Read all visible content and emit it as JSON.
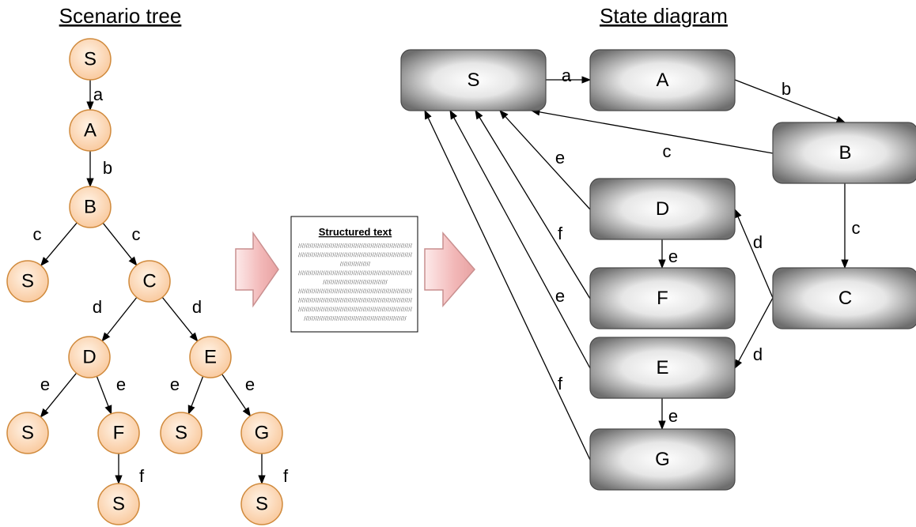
{
  "titles": {
    "tree": "Scenario tree",
    "state": "State diagram"
  },
  "document": {
    "title": "Structured text",
    "lines": [
      "////////////////////////////////////////////////////////////",
      "////////////////////////////////////////////////////////////",
      "////////////////",
      "////////////////////////////////////////////////////////////",
      "//////////////////////////////////",
      "////////////////////////////////////////////////////////////",
      "////////////////////////////////////////////////////////////",
      "////////////////////////////////////////////////////////////",
      "//////////////////////////////////////////////////////"
    ]
  },
  "colors": {
    "tree_node_fill": "#fcd5b0",
    "tree_node_stroke": "#d08a3c",
    "state_dark": "#7f7f7f",
    "state_light": "#ffffff",
    "arrow_fill": "#f4c5c5",
    "arrow_stroke": "#c88e8e"
  },
  "tree": {
    "nodes": [
      {
        "id": "t_S0",
        "label": "S"
      },
      {
        "id": "t_A",
        "label": "A"
      },
      {
        "id": "t_B",
        "label": "B"
      },
      {
        "id": "t_S1",
        "label": "S"
      },
      {
        "id": "t_C",
        "label": "C"
      },
      {
        "id": "t_D",
        "label": "D"
      },
      {
        "id": "t_E",
        "label": "E"
      },
      {
        "id": "t_S2",
        "label": "S"
      },
      {
        "id": "t_F",
        "label": "F"
      },
      {
        "id": "t_S3",
        "label": "S"
      },
      {
        "id": "t_G",
        "label": "G"
      },
      {
        "id": "t_S4",
        "label": "S"
      },
      {
        "id": "t_S5",
        "label": "S"
      }
    ],
    "edges": [
      {
        "from": "t_S0",
        "to": "t_A",
        "label": "a"
      },
      {
        "from": "t_A",
        "to": "t_B",
        "label": "b"
      },
      {
        "from": "t_B",
        "to": "t_S1",
        "label": "c"
      },
      {
        "from": "t_B",
        "to": "t_C",
        "label": "c"
      },
      {
        "from": "t_C",
        "to": "t_D",
        "label": "d"
      },
      {
        "from": "t_C",
        "to": "t_E",
        "label": "d"
      },
      {
        "from": "t_D",
        "to": "t_S2",
        "label": "e"
      },
      {
        "from": "t_D",
        "to": "t_F",
        "label": "e"
      },
      {
        "from": "t_E",
        "to": "t_S3",
        "label": "e"
      },
      {
        "from": "t_E",
        "to": "t_G",
        "label": "e"
      },
      {
        "from": "t_F",
        "to": "t_S4",
        "label": "f"
      },
      {
        "from": "t_G",
        "to": "t_S5",
        "label": "f"
      }
    ]
  },
  "states": {
    "nodes": [
      {
        "id": "s_S",
        "label": "S"
      },
      {
        "id": "s_A",
        "label": "A"
      },
      {
        "id": "s_B",
        "label": "B"
      },
      {
        "id": "s_C",
        "label": "C"
      },
      {
        "id": "s_D",
        "label": "D"
      },
      {
        "id": "s_F",
        "label": "F"
      },
      {
        "id": "s_E",
        "label": "E"
      },
      {
        "id": "s_G",
        "label": "G"
      }
    ],
    "edges": [
      {
        "from": "s_S",
        "to": "s_A",
        "label": "a"
      },
      {
        "from": "s_A",
        "to": "s_B",
        "label": "b"
      },
      {
        "from": "s_B",
        "to": "s_S",
        "label": "c"
      },
      {
        "from": "s_B",
        "to": "s_C",
        "label": "c"
      },
      {
        "from": "s_C",
        "to": "s_D",
        "label": "d"
      },
      {
        "from": "s_C",
        "to": "s_E",
        "label": "d"
      },
      {
        "from": "s_D",
        "to": "s_S",
        "label": "e"
      },
      {
        "from": "s_D",
        "to": "s_F",
        "label": "e"
      },
      {
        "from": "s_F",
        "to": "s_S",
        "label": "f"
      },
      {
        "from": "s_E",
        "to": "s_S",
        "label": "e"
      },
      {
        "from": "s_E",
        "to": "s_G",
        "label": "e"
      },
      {
        "from": "s_G",
        "to": "s_S",
        "label": "f"
      }
    ]
  }
}
